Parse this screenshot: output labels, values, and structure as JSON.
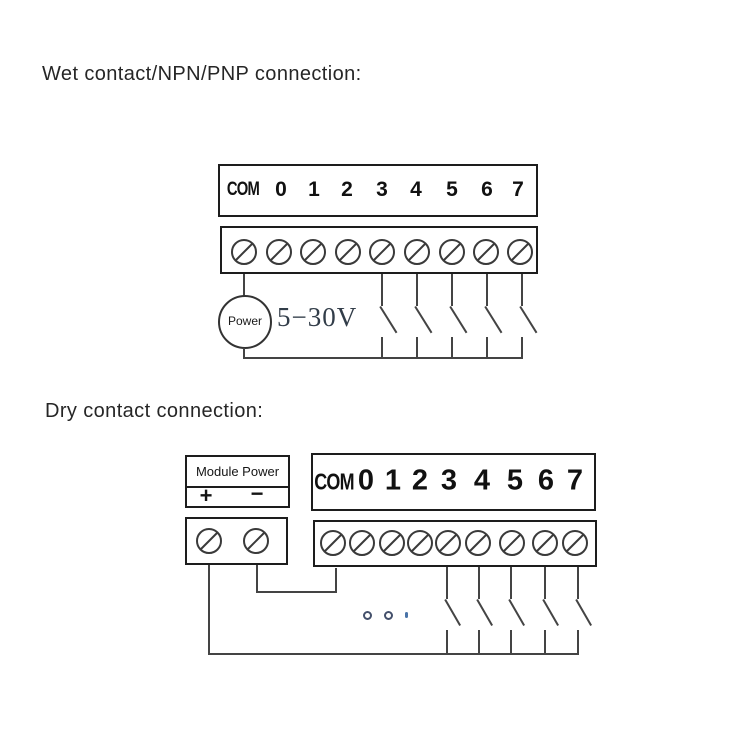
{
  "sections": {
    "wet": {
      "title": "Wet contact/NPN/PNP connection:"
    },
    "dry": {
      "title": "Dry contact connection:"
    }
  },
  "wet": {
    "terminals": [
      "COM",
      "0",
      "1",
      "2",
      "3",
      "4",
      "5",
      "6",
      "7"
    ],
    "power_label": "Power",
    "voltage_label": "5−30V",
    "switch_count": 5
  },
  "dry": {
    "module_power": {
      "title": "Module Power",
      "plus": "+",
      "minus": "−"
    },
    "terminals": [
      "COM",
      "0",
      "1",
      "2",
      "3",
      "4",
      "5",
      "6",
      "7"
    ],
    "switch_count": 5
  },
  "colors": {
    "line": "#444444",
    "border": "#1d1d1d",
    "text": "#222222",
    "voltage": "#323d49",
    "dot": "#44506b",
    "dot-accent": "#4a74a8"
  }
}
